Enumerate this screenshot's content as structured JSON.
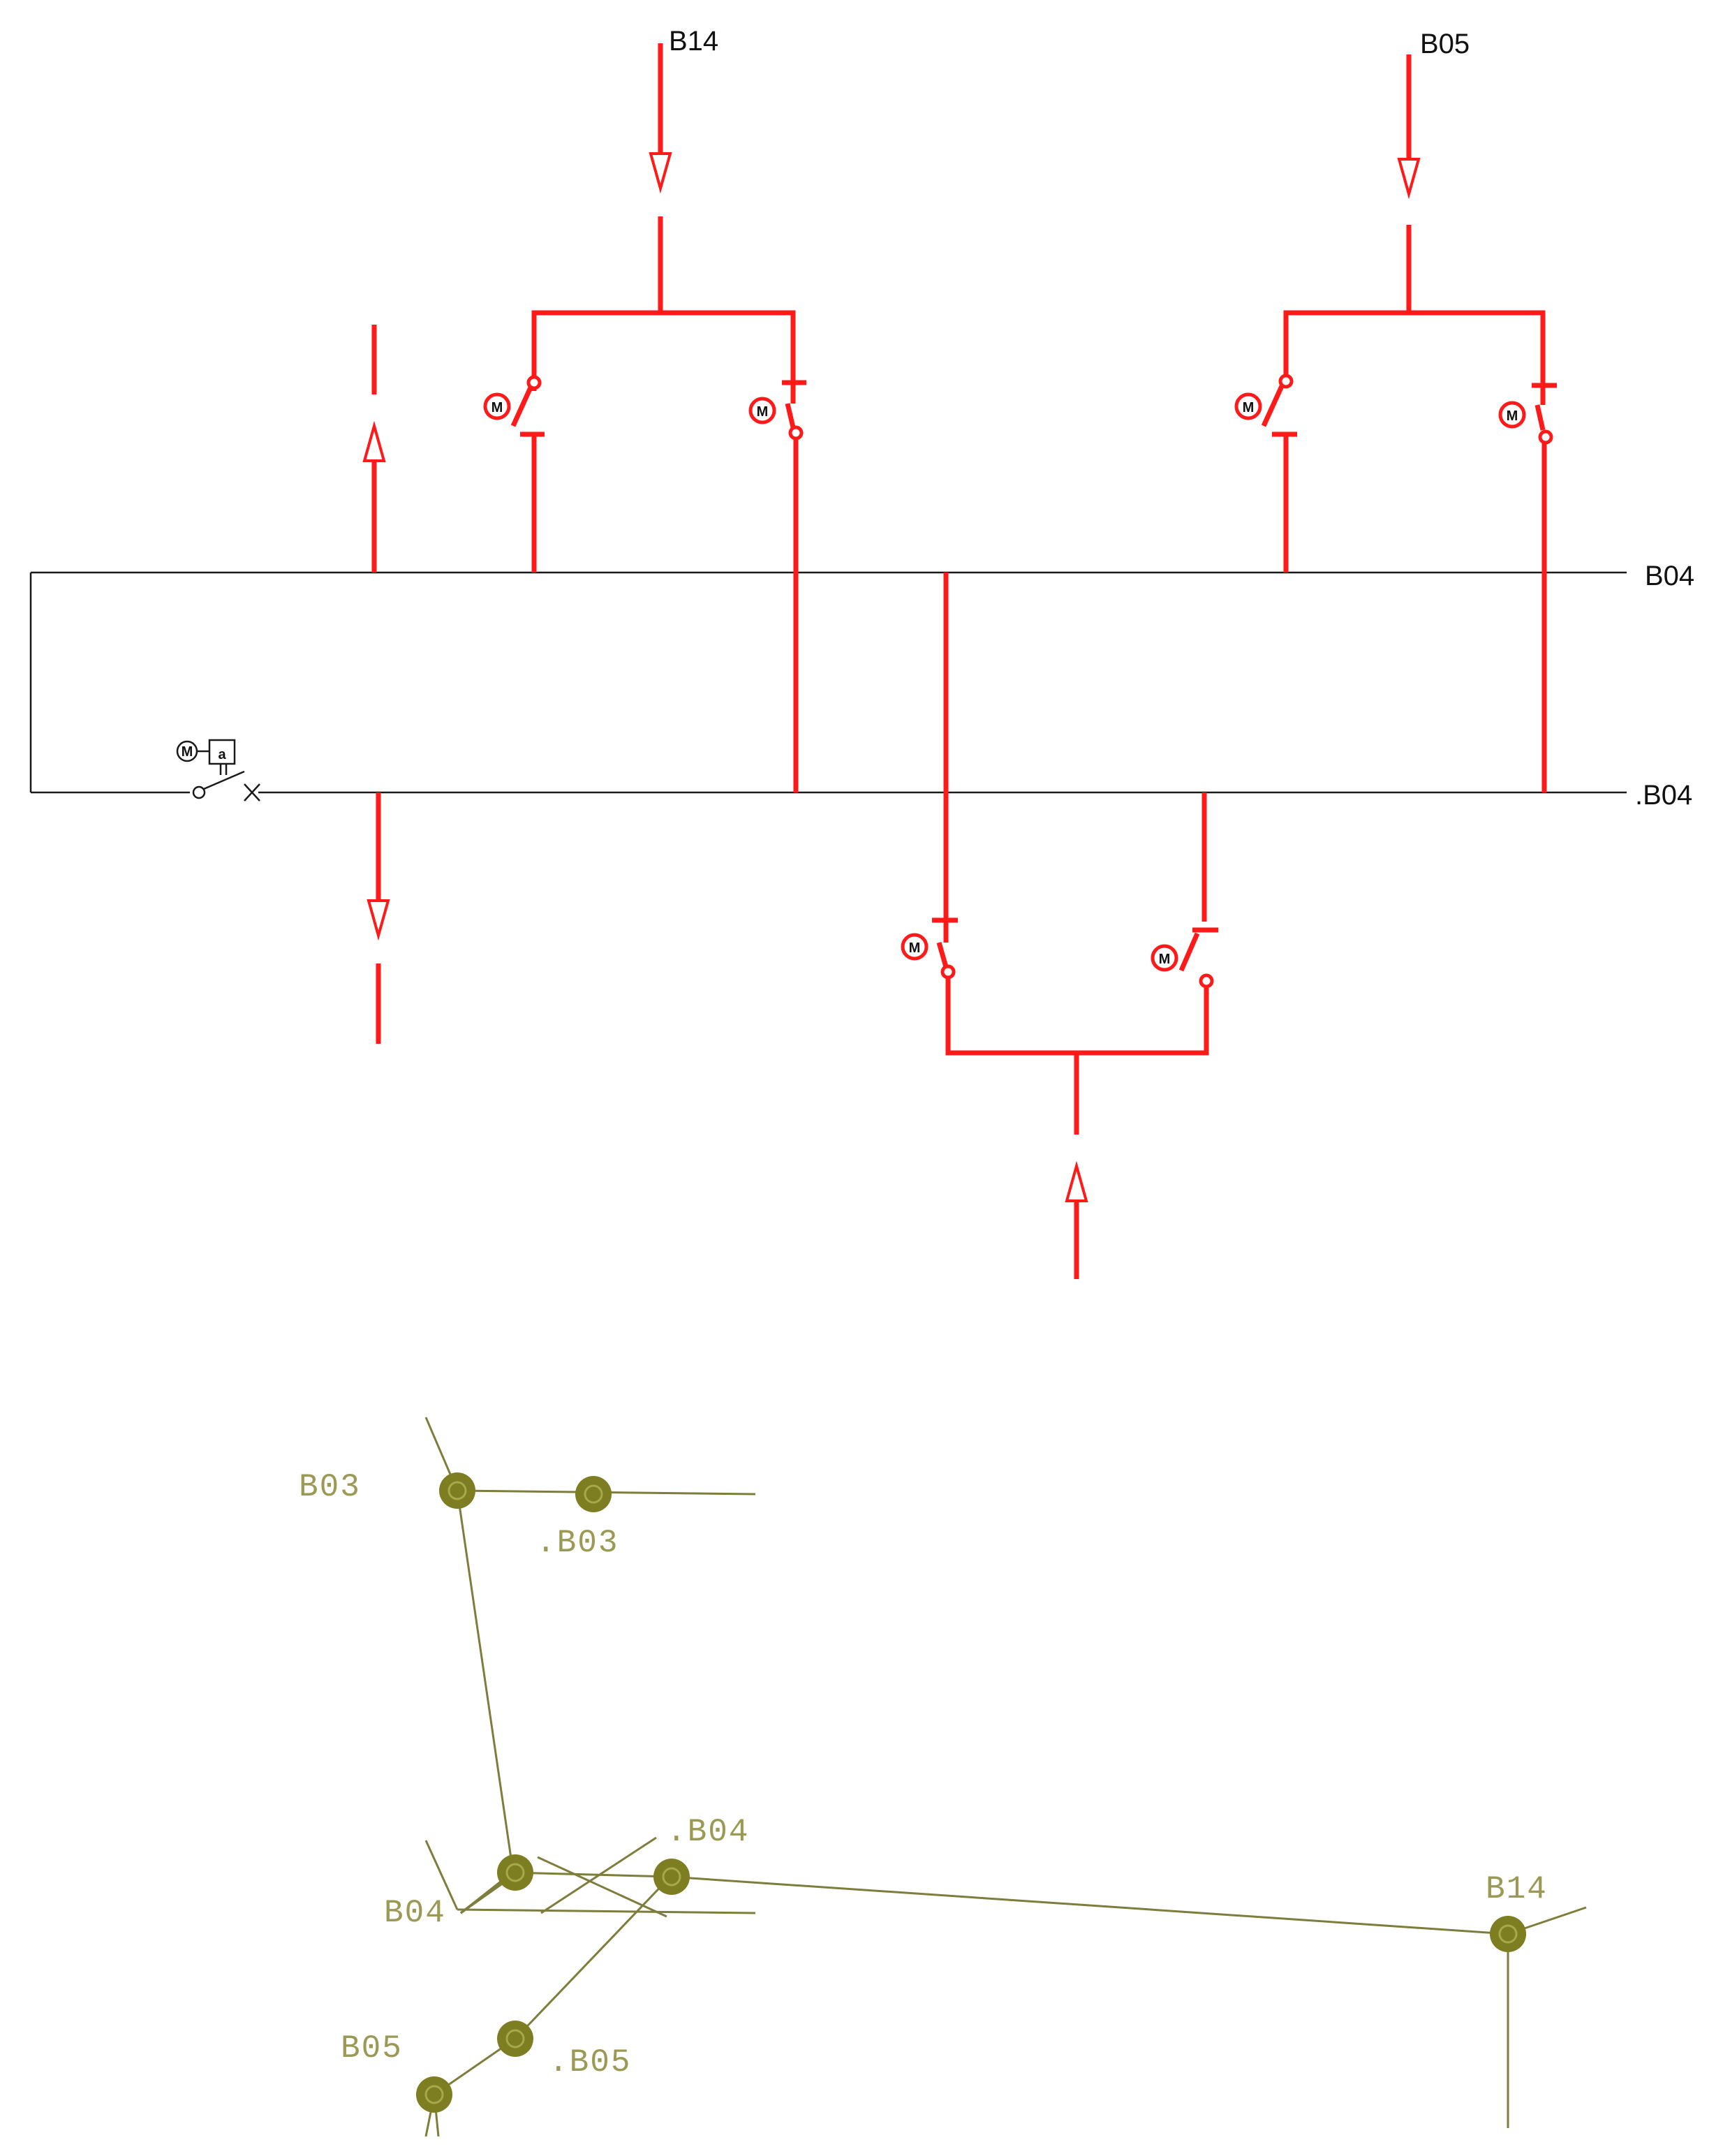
{
  "schematic": {
    "labels": {
      "feeder_b14": "B14",
      "feeder_b05": "B05",
      "bus_main": "B04",
      "bus_secondary": ".B04"
    },
    "motor_symbol": "M",
    "colors": {
      "energized": "#ff1a1a",
      "de_energized": "#1a1a1a"
    }
  },
  "map": {
    "nodes": {
      "b03": "B03",
      "b03_dot": ".B03",
      "b04": "B04",
      "b04_dot": ".B04",
      "b14": "B14",
      "b05": "B05",
      "b05_dot": ".B05"
    },
    "colors": {
      "node": "#7d7d22",
      "line": "#7d7d3c",
      "label": "#9a9a55"
    }
  }
}
